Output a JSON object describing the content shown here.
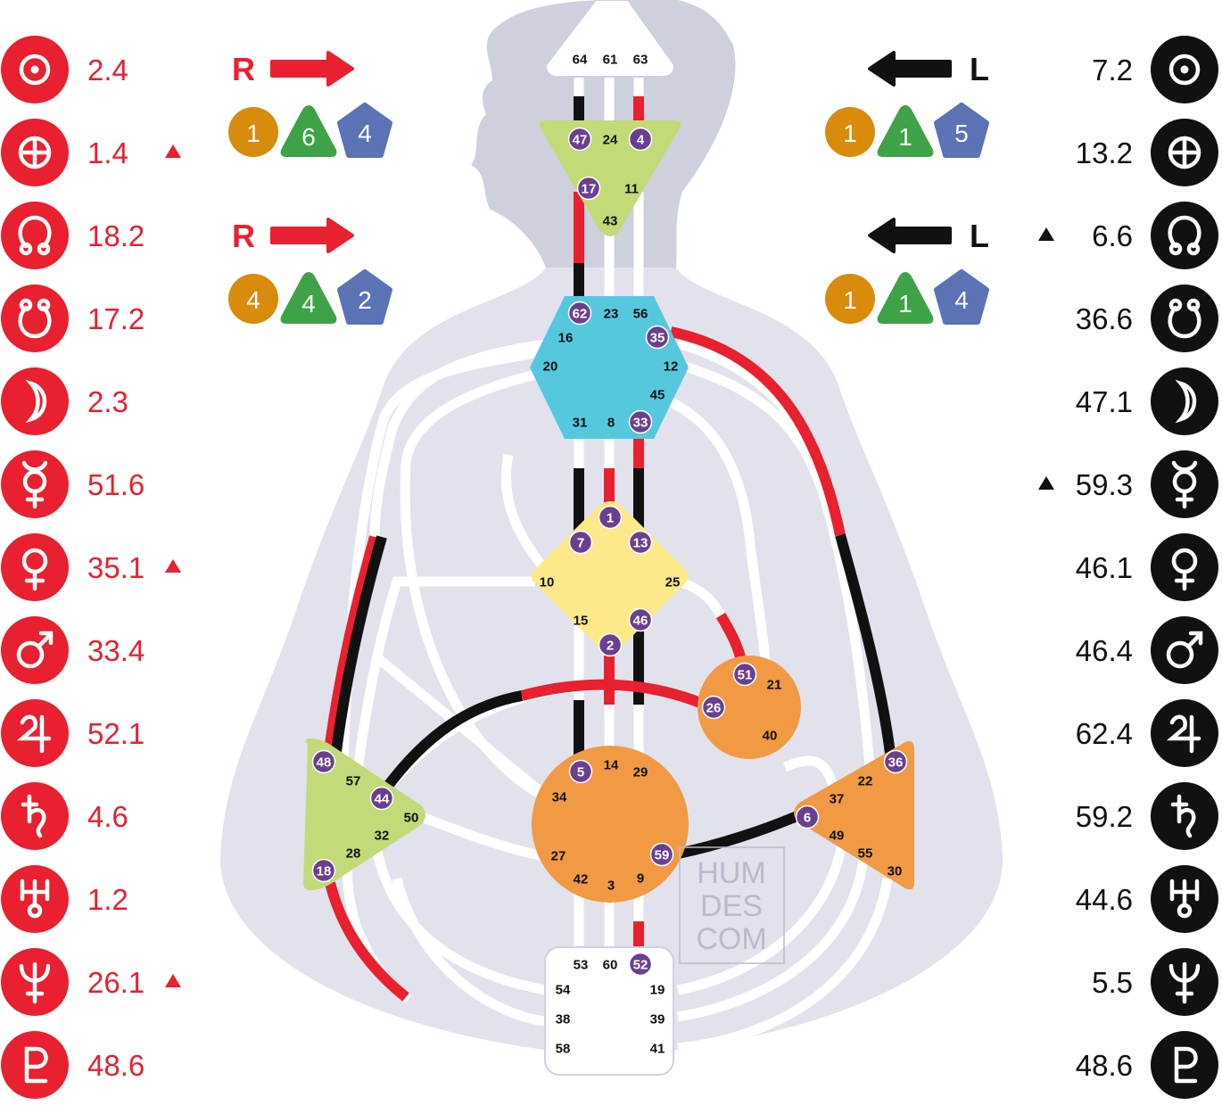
{
  "colors": {
    "design": "#e8202f",
    "personality": "#111111",
    "body_silhouette": "#e1e2ec",
    "head_silhouette": "#ced0de",
    "channel_base": "#ffffff",
    "gate_circle": "#6b3f8f",
    "variable_orange": "#d98b0c",
    "variable_green": "#3ea346",
    "variable_blue": "#5b73b5",
    "head_center": "#ffffff",
    "ajna_center": "#c2da78",
    "throat_center": "#55c8dd",
    "g_center": "#fde98a",
    "ego_center": "#f19a43",
    "spleen_center": "#c2da78",
    "sacral_center": "#f19a43",
    "solar_center": "#f19a43",
    "root_center": "#ffffff"
  },
  "planets": [
    {
      "icon": "sun-icon",
      "design": "2.4",
      "design_arrow": false,
      "personality": "7.2",
      "personality_arrow": false
    },
    {
      "icon": "earth-icon",
      "design": "1.4",
      "design_arrow": true,
      "personality": "13.2",
      "personality_arrow": false
    },
    {
      "icon": "north-node-icon",
      "design": "18.2",
      "design_arrow": false,
      "personality": "6.6",
      "personality_arrow": true
    },
    {
      "icon": "south-node-icon",
      "design": "17.2",
      "design_arrow": false,
      "personality": "36.6",
      "personality_arrow": false
    },
    {
      "icon": "moon-icon",
      "design": "2.3",
      "design_arrow": false,
      "personality": "47.1",
      "personality_arrow": false
    },
    {
      "icon": "mercury-icon",
      "design": "51.6",
      "design_arrow": false,
      "personality": "59.3",
      "personality_arrow": true
    },
    {
      "icon": "venus-icon",
      "design": "35.1",
      "design_arrow": true,
      "personality": "46.1",
      "personality_arrow": false
    },
    {
      "icon": "mars-icon",
      "design": "33.4",
      "design_arrow": false,
      "personality": "46.4",
      "personality_arrow": false
    },
    {
      "icon": "jupiter-icon",
      "design": "52.1",
      "design_arrow": false,
      "personality": "62.4",
      "personality_arrow": false
    },
    {
      "icon": "saturn-icon",
      "design": "4.6",
      "design_arrow": false,
      "personality": "59.2",
      "personality_arrow": false
    },
    {
      "icon": "uranus-icon",
      "design": "1.2",
      "design_arrow": false,
      "personality": "44.6",
      "personality_arrow": false
    },
    {
      "icon": "neptune-icon",
      "design": "26.1",
      "design_arrow": true,
      "personality": "5.5",
      "personality_arrow": false
    },
    {
      "icon": "pluto-icon",
      "design": "48.6",
      "design_arrow": false,
      "personality": "48.6",
      "personality_arrow": false
    }
  ],
  "variables": {
    "design_top": {
      "letter": "R",
      "values": [
        "1",
        "6",
        "4"
      ]
    },
    "design_bottom": {
      "letter": "R",
      "values": [
        "4",
        "4",
        "2"
      ]
    },
    "personality_top": {
      "letter": "L",
      "values": [
        "1",
        "1",
        "5"
      ]
    },
    "personality_bottom": {
      "letter": "L",
      "values": [
        "1",
        "1",
        "4"
      ]
    }
  },
  "watermark": [
    "HUM",
    "DES",
    "COM"
  ],
  "gates": {
    "head": [
      "64",
      "61",
      "63"
    ],
    "ajna": [
      "47",
      "24",
      "4",
      "17",
      "11",
      "43"
    ],
    "throat": [
      "62",
      "23",
      "56",
      "16",
      "35",
      "20",
      "12",
      "45",
      "31",
      "8",
      "33"
    ],
    "g": [
      "1",
      "7",
      "13",
      "10",
      "25",
      "15",
      "46",
      "2"
    ],
    "ego": [
      "51",
      "21",
      "26",
      "40"
    ],
    "spleen": [
      "48",
      "57",
      "44",
      "50",
      "32",
      "28",
      "18"
    ],
    "sacral": [
      "5",
      "14",
      "29",
      "34",
      "27",
      "59",
      "42",
      "3",
      "9"
    ],
    "solar": [
      "36",
      "22",
      "37",
      "6",
      "49",
      "55",
      "30"
    ],
    "root": [
      "53",
      "60",
      "52",
      "54",
      "19",
      "38",
      "39",
      "58",
      "41"
    ]
  },
  "defined_gates": [
    "47",
    "4",
    "17",
    "62",
    "35",
    "33",
    "1",
    "7",
    "13",
    "46",
    "2",
    "51",
    "26",
    "48",
    "44",
    "18",
    "5",
    "59",
    "36",
    "6",
    "52"
  ]
}
